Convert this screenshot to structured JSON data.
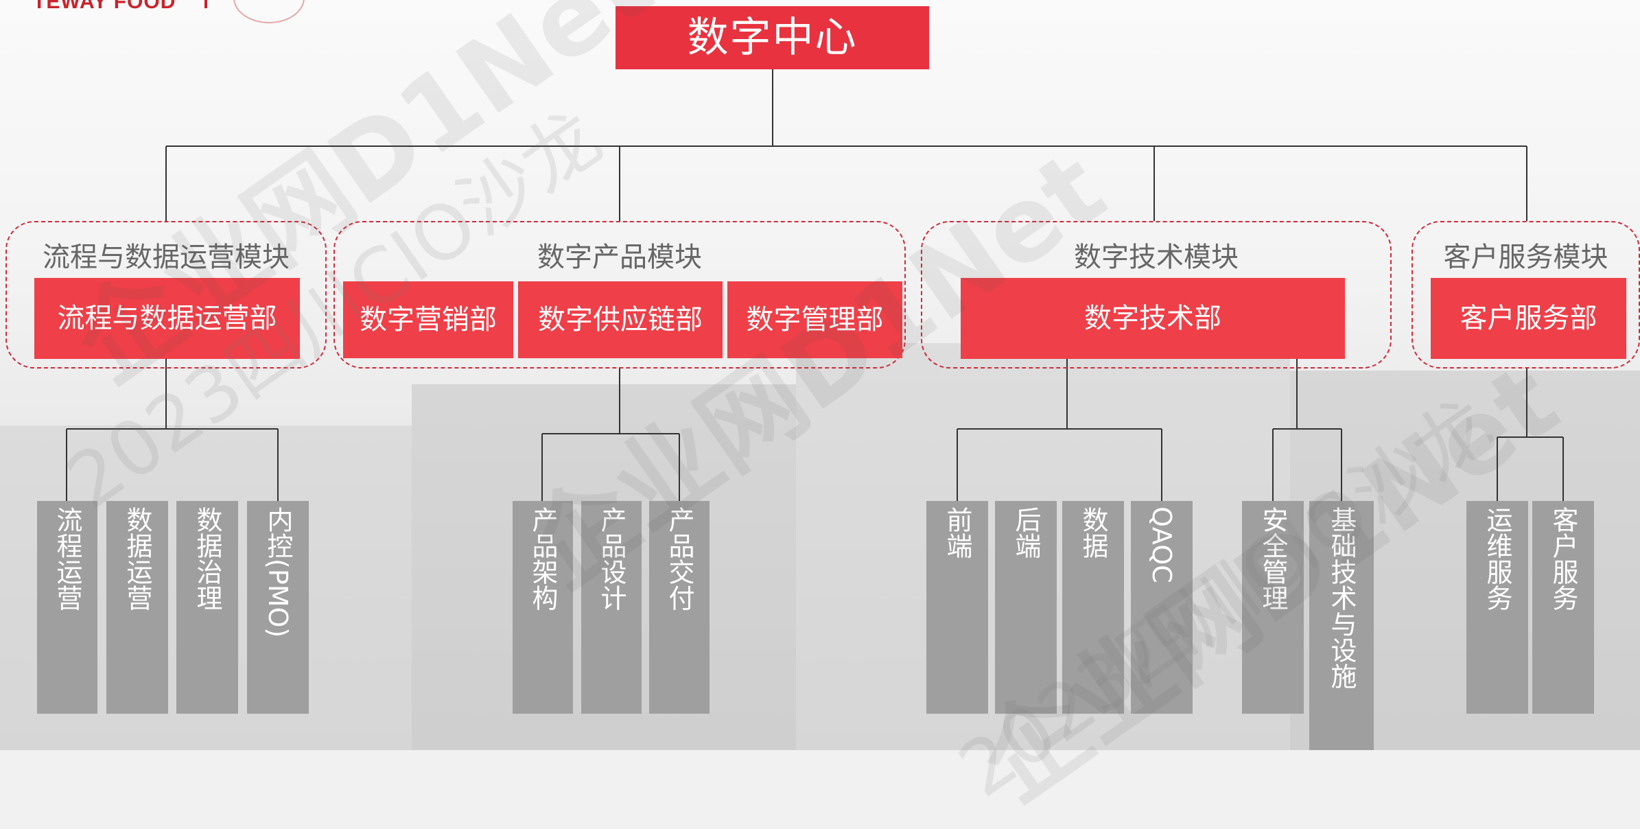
{
  "logo": {
    "text": "TEWAY FOOD"
  },
  "root": {
    "label": "数字中心"
  },
  "modules": [
    {
      "title": "流程与数据运营模块",
      "departments": [
        "流程与数据运营部"
      ]
    },
    {
      "title": "数字产品模块",
      "departments": [
        "数字营销部",
        "数字供应链部",
        "数字管理部"
      ]
    },
    {
      "title": "数字技术模块",
      "departments": [
        "数字技术部"
      ]
    },
    {
      "title": "客户服务模块",
      "departments": [
        "客户服务部"
      ]
    }
  ],
  "leaves": {
    "process": [
      "流程运营",
      "数据运营",
      "数据治理",
      "内控(PMO)"
    ],
    "product": [
      "产品架构",
      "产品设计",
      "产品交付"
    ],
    "tech_a": [
      "前端",
      "后端",
      "数据",
      "QAQC"
    ],
    "tech_b": [
      "安全管理",
      "基础技术与设施"
    ],
    "service": [
      "运维服务",
      "客户服务"
    ]
  },
  "watermark": {
    "brand": "企业网D1Net",
    "event": "2023四川CIO沙龙"
  },
  "colors": {
    "root_fill": "#e8323f",
    "dept_fill": "#ef3f48",
    "module_border": "#d12a3a",
    "leaf_fill": "#9f9f9f",
    "connector": "#333333"
  }
}
